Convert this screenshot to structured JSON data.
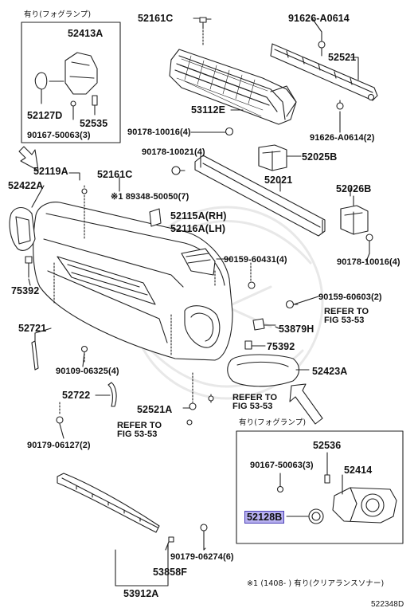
{
  "inset_top": {
    "title": "有り(フォグランプ)",
    "parts": [
      "52413A",
      "52127D",
      "52535",
      "90167-50063(3)"
    ]
  },
  "inset_bottom": {
    "title": "有り(フォグランプ)",
    "parts": [
      "52536",
      "90167-50063(3)",
      "52414",
      "52128B"
    ]
  },
  "highlighted_part": "52128B",
  "highlight_color": "#b7b0f0",
  "parts": {
    "p52161C_top": "52161C",
    "p91626_A0614": "91626-A0614",
    "p52521": "52521",
    "p53112E": "53112E",
    "p90178_10016_4a": "90178-10016(4)",
    "p91626_A0614_2": "91626-A0614(2)",
    "p90178_10021_4": "90178-10021(4)",
    "p52025B": "52025B",
    "p52119A": "52119A",
    "p52161C_mid": "52161C",
    "p52021": "52021",
    "p52422A": "52422A",
    "p89348": "※1 89348-50050(7)",
    "p52026B": "52026B",
    "p52115A": "52115A(RH)",
    "p52116A": "52116A(LH)",
    "p90159_60431_4": "90159-60431(4)",
    "p90178_10016_4b": "90178-10016(4)",
    "p75392a": "75392",
    "p90159_60603_2": "90159-60603(2)",
    "refer_a_1": "REFER TO",
    "refer_a_2": "FIG 53-53",
    "p52721": "52721",
    "p53879H": "53879H",
    "p75392b": "75392",
    "p90109_06325_4": "90109-06325(4)",
    "p52423A": "52423A",
    "p52722": "52722",
    "refer_b_1": "REFER TO",
    "refer_b_2": "FIG 53-53",
    "p52521A": "52521A",
    "refer_c_1": "REFER TO",
    "refer_c_2": "FIG 53-53",
    "p90179_06127_2": "90179-06127(2)",
    "p90179_06274_6": "90179-06274(6)",
    "p53858F": "53858F",
    "p53912A": "53912A"
  },
  "footnote": "※1 (1408-    ) 有り(クリアランスソナー)",
  "figure_code": "522348D"
}
